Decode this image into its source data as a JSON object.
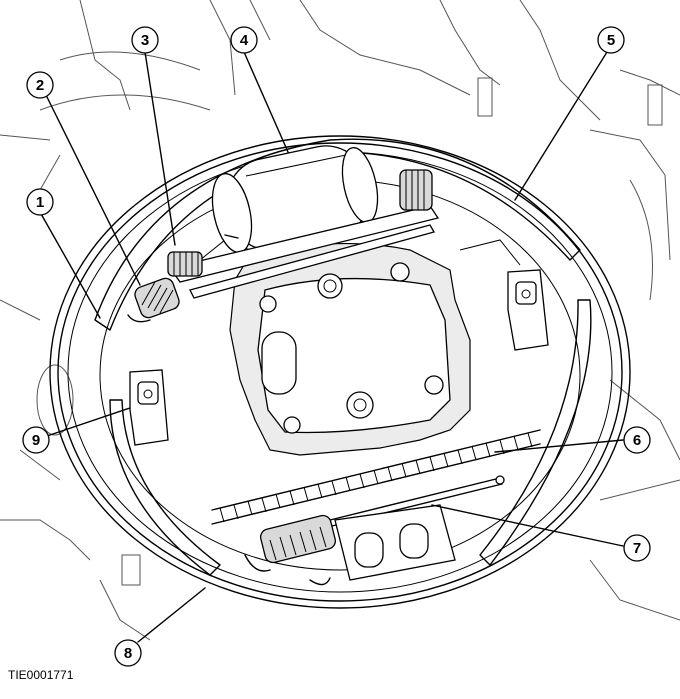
{
  "figure": {
    "reference_code": "TIE0001771",
    "callouts": [
      {
        "id": "callout-1",
        "label": "1"
      },
      {
        "id": "callout-2",
        "label": "2"
      },
      {
        "id": "callout-3",
        "label": "3"
      },
      {
        "id": "callout-4",
        "label": "4"
      },
      {
        "id": "callout-5",
        "label": "5"
      },
      {
        "id": "callout-6",
        "label": "6"
      },
      {
        "id": "callout-7",
        "label": "7"
      },
      {
        "id": "callout-8",
        "label": "8"
      },
      {
        "id": "callout-9",
        "label": "9"
      }
    ]
  },
  "colors": {
    "line": "#000000",
    "shade": "#d9d9d9",
    "background": "#ffffff"
  }
}
